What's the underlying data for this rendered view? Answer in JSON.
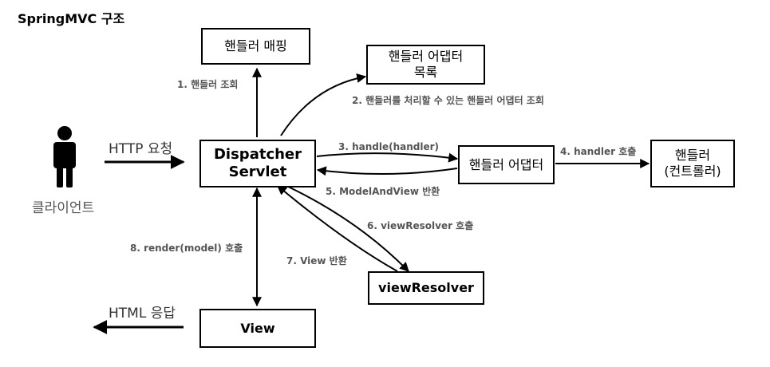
{
  "title": "SpringMVC 구조",
  "nodes": {
    "handler_mapping": "핸들러 매핑",
    "handler_adapter_list_line1": "핸들러 어댑터",
    "handler_adapter_list_line2": "목록",
    "dispatcher_line1": "Dispatcher",
    "dispatcher_line2": "Servlet",
    "handler_adapter": "핸들러 어댑터",
    "handler_line1": "핸들러",
    "handler_line2": "(컨트롤러)",
    "view_resolver": "viewResolver",
    "view": "View",
    "client": "클라이언트"
  },
  "labels": {
    "step1": "1. 핸들러 조회",
    "step2": "2. 핸들러를 처리할 수 있는 핸들러 어댑터 조회",
    "step3": "3. handle(handler)",
    "step4": "4. handler 호출",
    "step5": "5. ModelAndView 반환",
    "step6": "6. viewResolver 호출",
    "step7": "7. View 반환",
    "step8": "8. render(model) 호출",
    "http_request": "HTTP 요청",
    "html_response": "HTML 응답"
  }
}
